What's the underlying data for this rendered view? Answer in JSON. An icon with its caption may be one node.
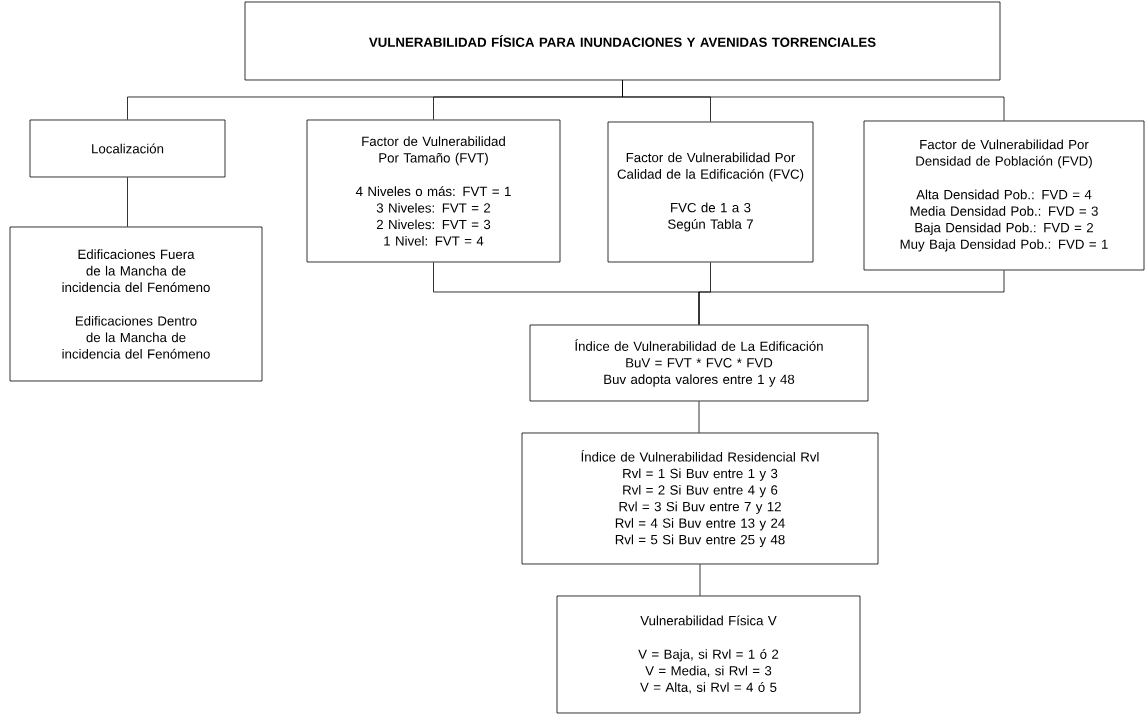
{
  "diagram": {
    "nodes": [
      {
        "text": [
          "VULNERABILIDAD FÍSICA PARA INUNDACIONES Y AVENIDAS TORRENCIALES"
        ]
      },
      {
        "text": [
          "Localización"
        ]
      },
      {
        "text": [
          "Factor de Vulnerabilidad Por Tamaño (FVT)",
          "4 Niveles o más: FVT = 1",
          "3 Niveles: FVT = 2",
          "2 Niveles: FVT = 3",
          "1 Nivel: FVT = 4"
        ]
      },
      {
        "text": [
          "Factor de Vulnerabilidad Por Calidad de la Edificación (FVC)",
          "FVC de 1 a 3",
          "Según Tabla 7"
        ]
      },
      {
        "text": [
          "Factor de Vulnerabilidad Por Densidad de Población (FVD)",
          "Alta Densidad Pob.: FVD = 4",
          "Media Densidad Pob.: FVD = 3",
          "Baja Densidad Pob.: FVD = 2",
          "Muy Baja Densidad Pob.: FVD = 1"
        ]
      },
      {
        "text": [
          "Edificaciones Fuera de la Mancha de incidencia del Fenómeno",
          "Edificaciones Dentro de la Mancha de incidencia del Fenómeno"
        ]
      },
      {
        "text": [
          "Índice de Vulnerabilidad de La Edificación",
          "BuV = FVT * FVC * FVD",
          "Buv adopta valores entre 1 y 48"
        ]
      },
      {
        "text": [
          "Índice de Vulnerabilidad Residencial Rvl",
          "Rvl = 1 Si Buv entre 1 y 3",
          "Rvl = 2 Si Buv entre 4 y 6",
          "Rvl = 3 Si Buv entre 7 y 12",
          "Rvl = 4 Si Buv entre 13 y 24",
          "Rvl = 5 Si Buv entre 25 y 48"
        ]
      },
      {
        "text": [
          "Vulnerabilidad Física V",
          "V = Baja, si Rvl = 1 ó 2",
          "V = Media, si Rvl = 3",
          "V = Alta, si Rvl = 4 ó 5"
        ]
      }
    ],
    "edges": [
      {
        "from": 0,
        "to": 1,
        "arrow": "none"
      },
      {
        "from": 0,
        "to": 2,
        "arrow": "none"
      },
      {
        "from": 0,
        "to": 3,
        "arrow": "none"
      },
      {
        "from": 0,
        "to": 4,
        "arrow": "none"
      },
      {
        "from": 1,
        "to": 5,
        "arrow": "none"
      },
      {
        "from": 2,
        "to": 6,
        "arrow": "none"
      },
      {
        "from": 3,
        "to": 6,
        "arrow": "none"
      },
      {
        "from": 4,
        "to": 6,
        "arrow": "none"
      },
      {
        "from": 6,
        "to": 7,
        "arrow": "none"
      },
      {
        "from": 7,
        "to": 8,
        "arrow": "none"
      }
    ]
  }
}
